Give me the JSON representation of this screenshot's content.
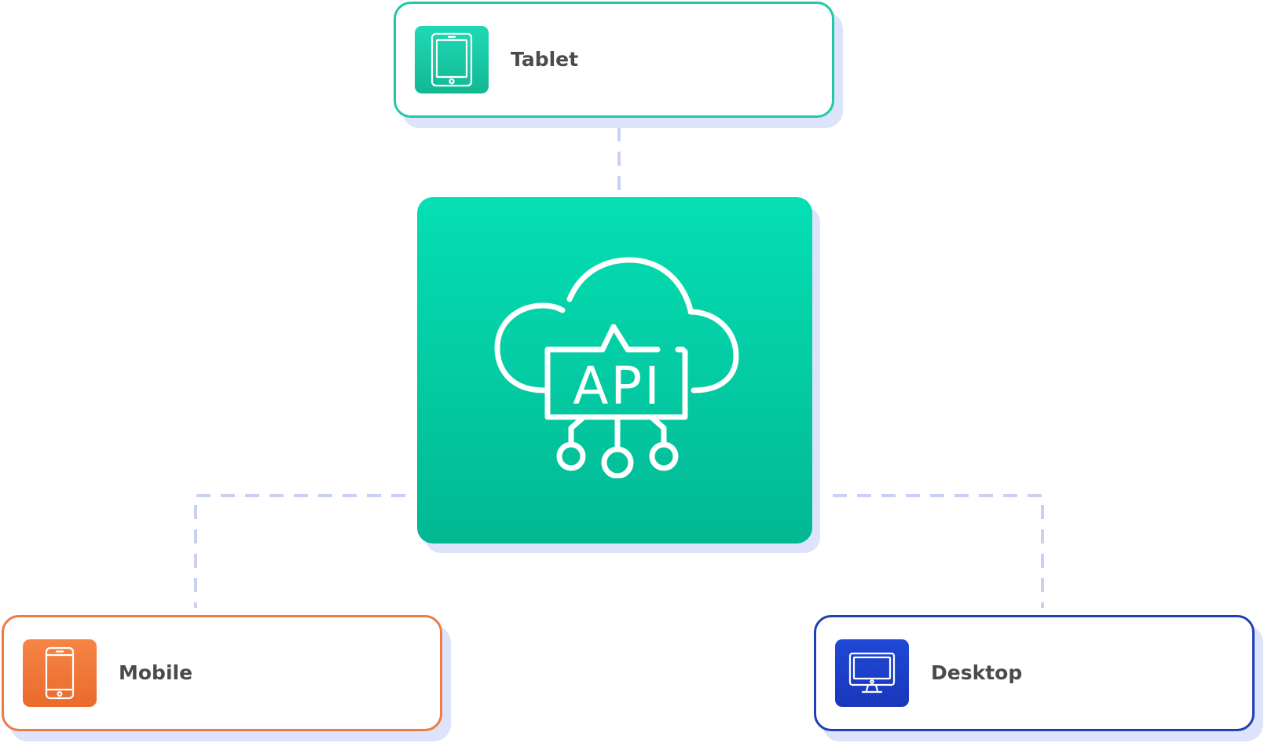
{
  "hub": {
    "label": "API",
    "icon": "cloud-api-icon"
  },
  "devices": {
    "tablet": {
      "label": "Tablet",
      "icon": "tablet-icon",
      "color": "#22c8a8"
    },
    "mobile": {
      "label": "Mobile",
      "icon": "mobile-phone-icon",
      "color": "#ee7a45"
    },
    "desktop": {
      "label": "Desktop",
      "icon": "desktop-monitor-icon",
      "color": "#1f3fb6"
    }
  },
  "colors": {
    "hub_top": "#05dfb4",
    "hub_bottom": "#02b893",
    "connector": "#c9d0f5",
    "shadow": "#dde3fb"
  }
}
